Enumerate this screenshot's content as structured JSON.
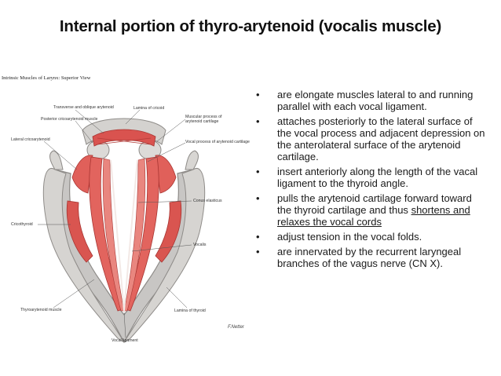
{
  "title": "Internal portion of thyro-arytenoid (vocalis muscle)",
  "figure": {
    "caption": "Intrinsic Muscles of Larynx: Superior View",
    "labels": {
      "transverse": "Transverse and oblique arytenoid",
      "posterior_crico": "Posterior cricoarytenoid muscle",
      "lamina_cricoid": "Lamina of cricoid",
      "muscular_process": "Muscular process of arytenoid cartilage",
      "lateral_crico": "Lateral cricoarytenoid",
      "vocal_process": "Vocal process of arytenoid cartilage",
      "conus": "Conus elasticus",
      "cricothyroid": "Cricothyroid",
      "vocalis": "Vocalis",
      "thyroarytenoid": "Thyroarytenoid muscle",
      "lamina_thyroid": "Lamina of thyroid",
      "vocal_ligament": "Vocal ligament"
    },
    "signature": "F.Netter"
  },
  "bullets": [
    {
      "text": "are elongate muscles lateral to and running parallel with each vocal ligament."
    },
    {
      "text": "attaches posteriorly to the lateral surface of the vocal process and adjacent depression on the anterolateral surface of the arytenoid cartilage."
    },
    {
      "text": "insert anteriorly along the length of the vacal ligament to the thyroid angle."
    },
    {
      "text": "pulls the arytenoid cartilage forward toward the thyroid cartilage and thus ",
      "underlined": "shortens and relaxes the vocal cords"
    },
    {
      "text": "adjust tension in the vocal folds."
    },
    {
      "text": "are innervated by the recurrent laryngeal branches of the vagus nerve (CN X)."
    }
  ]
}
